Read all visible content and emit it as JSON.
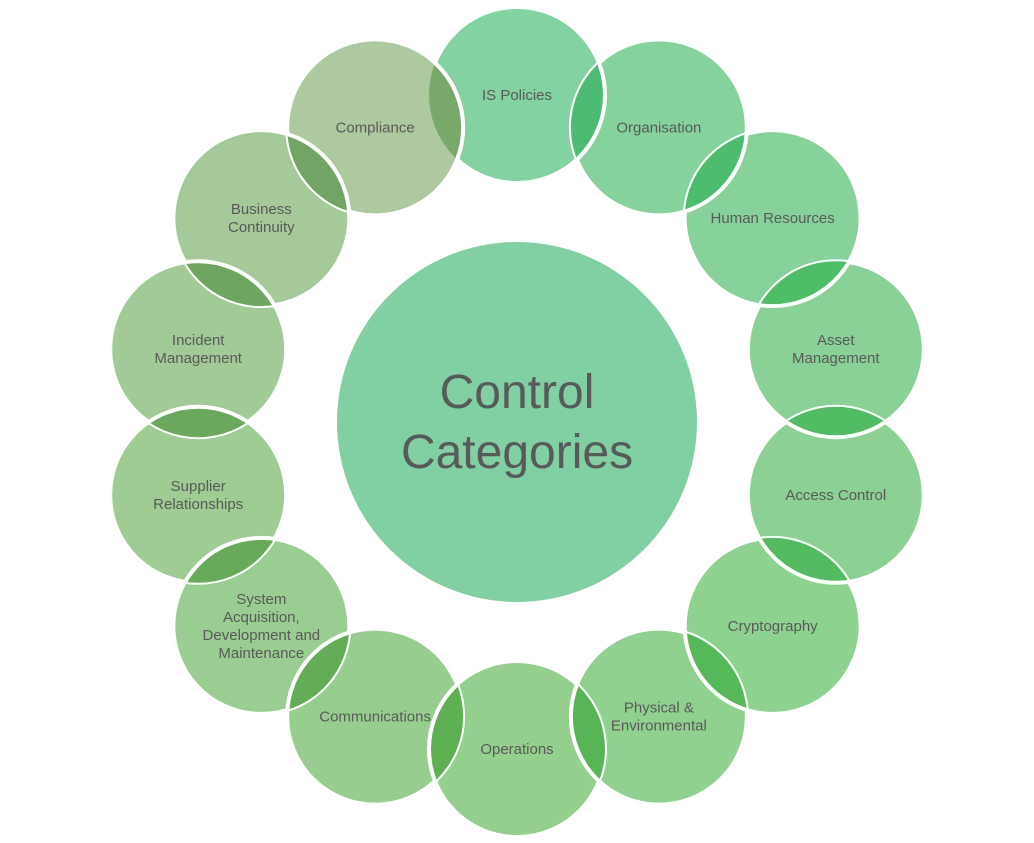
{
  "center": {
    "lines": [
      "Control",
      "Categories"
    ],
    "color": "#80d0a4"
  },
  "nodes": [
    {
      "id": "is-policies",
      "lines": [
        "IS Policies"
      ],
      "color": "#83d2a1",
      "overlap_color": "#4cbc75"
    },
    {
      "id": "organisation",
      "lines": [
        "Organisation"
      ],
      "color": "#85d29d",
      "overlap_color": "#4cbd6f"
    },
    {
      "id": "human-resources",
      "lines": [
        "Human Resources"
      ],
      "color": "#87d29b",
      "overlap_color": "#4ebd68"
    },
    {
      "id": "asset-management",
      "lines": [
        "Asset",
        "Management"
      ],
      "color": "#89d197",
      "overlap_color": "#50bc63"
    },
    {
      "id": "access-control",
      "lines": [
        "Access Control"
      ],
      "color": "#8bd193",
      "overlap_color": "#53bb5f"
    },
    {
      "id": "cryptography",
      "lines": [
        "Cryptography"
      ],
      "color": "#8ed28f",
      "overlap_color": "#55b95a"
    },
    {
      "id": "physical-environmental",
      "lines": [
        "Physical &",
        "Environmental"
      ],
      "color": "#91d18f",
      "overlap_color": "#58b556"
    },
    {
      "id": "operations",
      "lines": [
        "Operations"
      ],
      "color": "#94cf8d",
      "overlap_color": "#5db153"
    },
    {
      "id": "communications",
      "lines": [
        "Communications"
      ],
      "color": "#97ce8f",
      "overlap_color": "#62ad55"
    },
    {
      "id": "system-acquisition",
      "lines": [
        "System",
        "Acquisition,",
        "Development and",
        "Maintenance"
      ],
      "color": "#9acd91",
      "overlap_color": "#67ab58"
    },
    {
      "id": "supplier-relationships",
      "lines": [
        "Supplier",
        "Relationships"
      ],
      "color": "#9ecc93",
      "overlap_color": "#6aa85c"
    },
    {
      "id": "incident-management",
      "lines": [
        "Incident",
        "Management"
      ],
      "color": "#a2ca96",
      "overlap_color": "#6ea561"
    },
    {
      "id": "business-continuity",
      "lines": [
        "Business",
        "Continuity"
      ],
      "color": "#a6c99a",
      "overlap_color": "#72a465"
    },
    {
      "id": "compliance",
      "lines": [
        "Compliance"
      ],
      "color": "#aec99f",
      "overlap_color": "#78a86a"
    }
  ]
}
